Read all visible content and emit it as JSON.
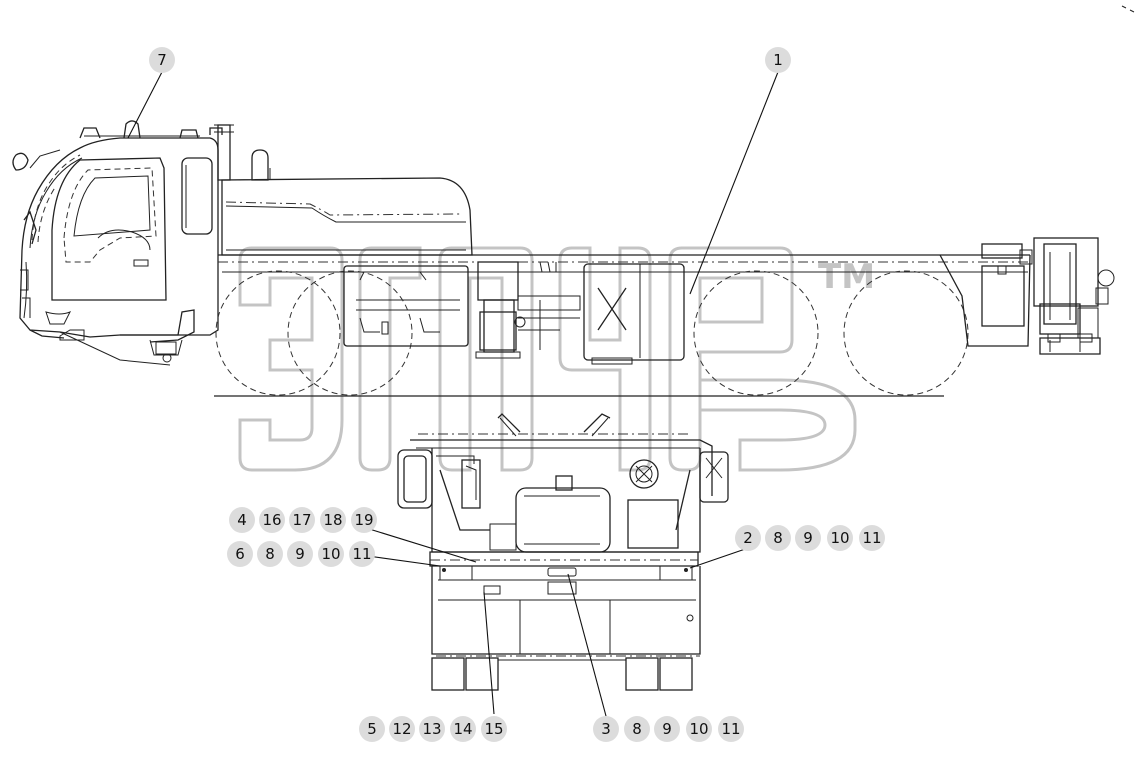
{
  "watermark": {
    "trademark": "TM"
  },
  "callouts": {
    "c1": "1",
    "c7": "7",
    "g1": [
      "4",
      "16",
      "17",
      "18",
      "19"
    ],
    "g2": [
      "6",
      "8",
      "9",
      "10",
      "11"
    ],
    "g3": [
      "2",
      "8",
      "9",
      "10",
      "11"
    ],
    "g4": [
      "5",
      "12",
      "13",
      "14",
      "15"
    ],
    "g5": [
      "3",
      "8",
      "9",
      "10",
      "11"
    ]
  }
}
